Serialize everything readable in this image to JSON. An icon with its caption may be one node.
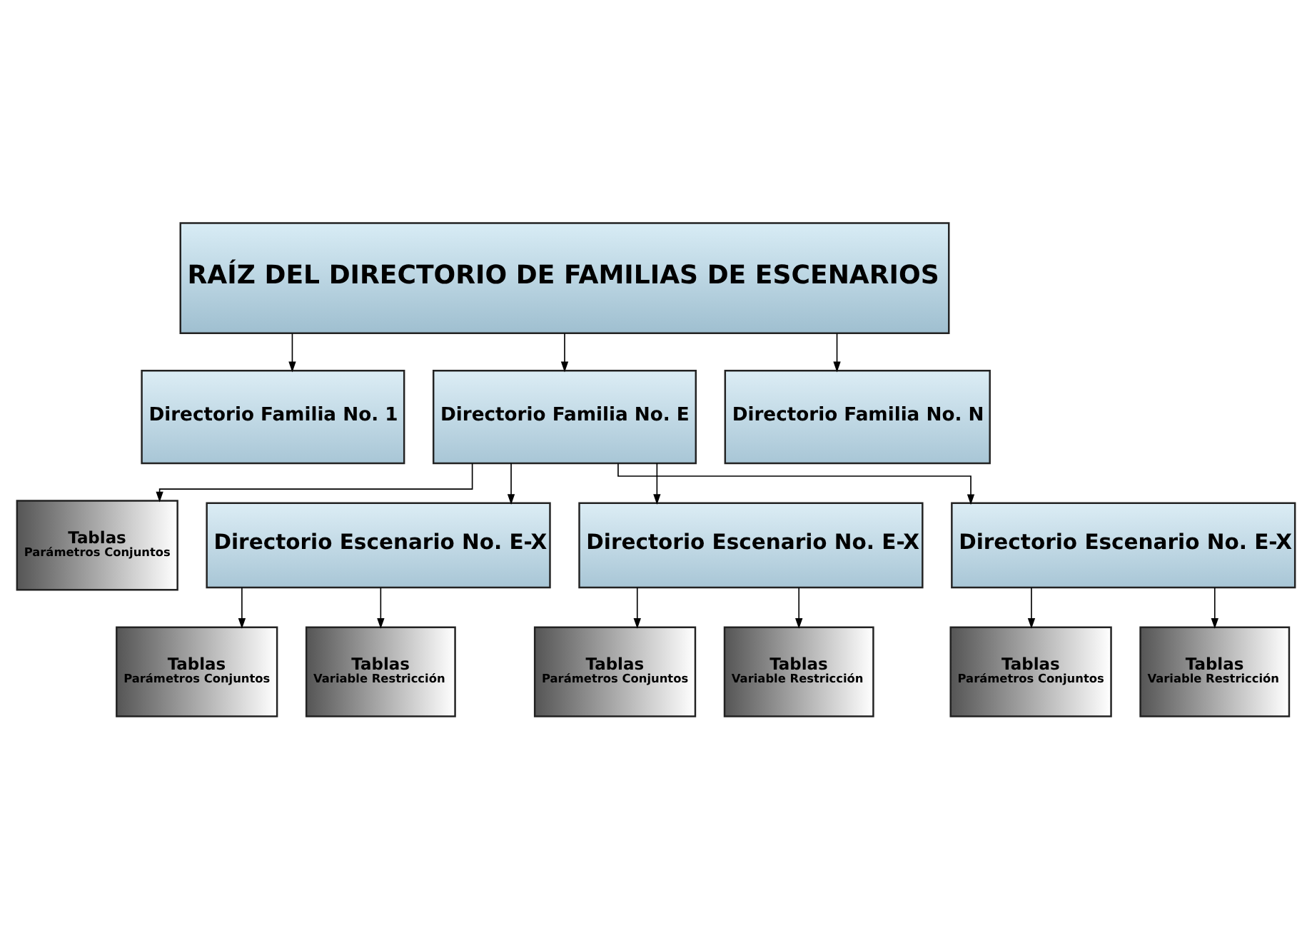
{
  "diagram": {
    "nodes": [
      {
        "text": [
          "RAÍZ DEL DIRECTORIO DE FAMILIAS DE ESCENARIOS"
        ]
      },
      {
        "text": [
          "Directorio Familia No. 1"
        ]
      },
      {
        "text": [
          "Directorio Familia No. E"
        ]
      },
      {
        "text": [
          "Directorio Familia No. N"
        ]
      },
      {
        "text": [
          "Tablas",
          "Parámetros Conjuntos"
        ]
      },
      {
        "text": [
          "Directorio Escenario No. E-X"
        ]
      },
      {
        "text": [
          "Directorio Escenario No. E-X"
        ]
      },
      {
        "text": [
          "Directorio Escenario No. E-X"
        ]
      },
      {
        "text": [
          "Tablas",
          "Parámetros Conjuntos"
        ]
      },
      {
        "text": [
          "Tablas",
          "Variable Restricción"
        ]
      },
      {
        "text": [
          "Tablas",
          "Parámetros Conjuntos"
        ]
      },
      {
        "text": [
          "Tablas",
          "Variable Restricción"
        ]
      },
      {
        "text": [
          "Tablas",
          "Parámetros Conjuntos"
        ]
      },
      {
        "text": [
          "Tablas",
          "Variable Restricción"
        ]
      }
    ],
    "edges": [
      {
        "from": 0,
        "to": 1,
        "arrow": "to"
      },
      {
        "from": 0,
        "to": 2,
        "arrow": "to"
      },
      {
        "from": 0,
        "to": 3,
        "arrow": "to"
      },
      {
        "from": 2,
        "to": 4,
        "arrow": "to"
      },
      {
        "from": 2,
        "to": 5,
        "arrow": "to"
      },
      {
        "from": 2,
        "to": 6,
        "arrow": "to"
      },
      {
        "from": 2,
        "to": 7,
        "arrow": "to"
      },
      {
        "from": 5,
        "to": 8,
        "arrow": "to"
      },
      {
        "from": 5,
        "to": 9,
        "arrow": "to"
      },
      {
        "from": 6,
        "to": 10,
        "arrow": "to"
      },
      {
        "from": 6,
        "to": 11,
        "arrow": "to"
      },
      {
        "from": 7,
        "to": 12,
        "arrow": "to"
      },
      {
        "from": 7,
        "to": 13,
        "arrow": "to"
      }
    ]
  }
}
